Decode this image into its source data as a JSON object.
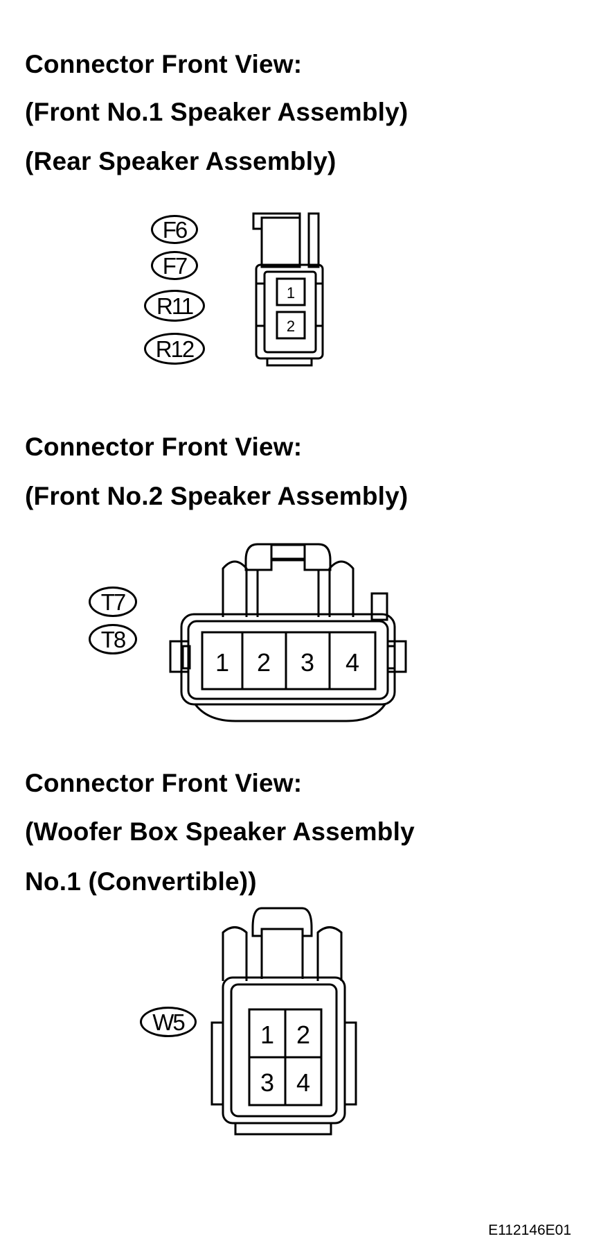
{
  "sections": [
    {
      "heading_lines": [
        "Connector Front View:",
        "(Front No.1 Speaker Assembly)",
        "(Rear Speaker Assembly)"
      ],
      "labels": [
        "F6",
        "F7",
        "R11",
        "R12"
      ],
      "pins": [
        "1",
        "2"
      ]
    },
    {
      "heading_lines": [
        "Connector Front View:",
        "(Front No.2 Speaker Assembly)"
      ],
      "labels": [
        "T7",
        "T8"
      ],
      "pins": [
        "1",
        "2",
        "3",
        "4"
      ]
    },
    {
      "heading_lines": [
        "Connector Front View:",
        "(Woofer Box Speaker Assembly",
        "No.1 (Convertible))"
      ],
      "labels": [
        "W5"
      ],
      "pins": [
        "1",
        "2",
        "3",
        "4"
      ]
    }
  ],
  "figure_code": "E112146E01"
}
